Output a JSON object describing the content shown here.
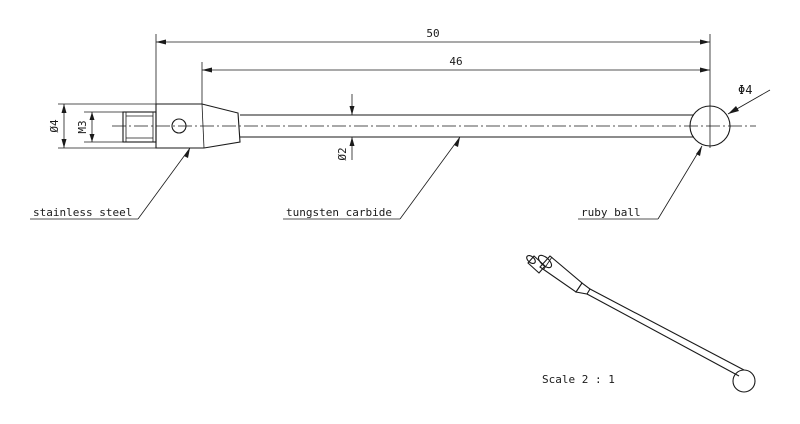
{
  "dimensions": {
    "overall_length": "50",
    "shaft_length": "46",
    "shaft_diameter": "Ø2",
    "body_diameter": "Ø4",
    "thread": "M3",
    "ball_diameter": "Φ4"
  },
  "callouts": {
    "stainless_steel": "stainless steel",
    "tungsten_carbide": "tungsten carbide",
    "ruby_ball": "ruby ball"
  },
  "scale": "Scale 2 : 1",
  "colors": {
    "line": "#1a1a1a",
    "background": "#ffffff"
  }
}
